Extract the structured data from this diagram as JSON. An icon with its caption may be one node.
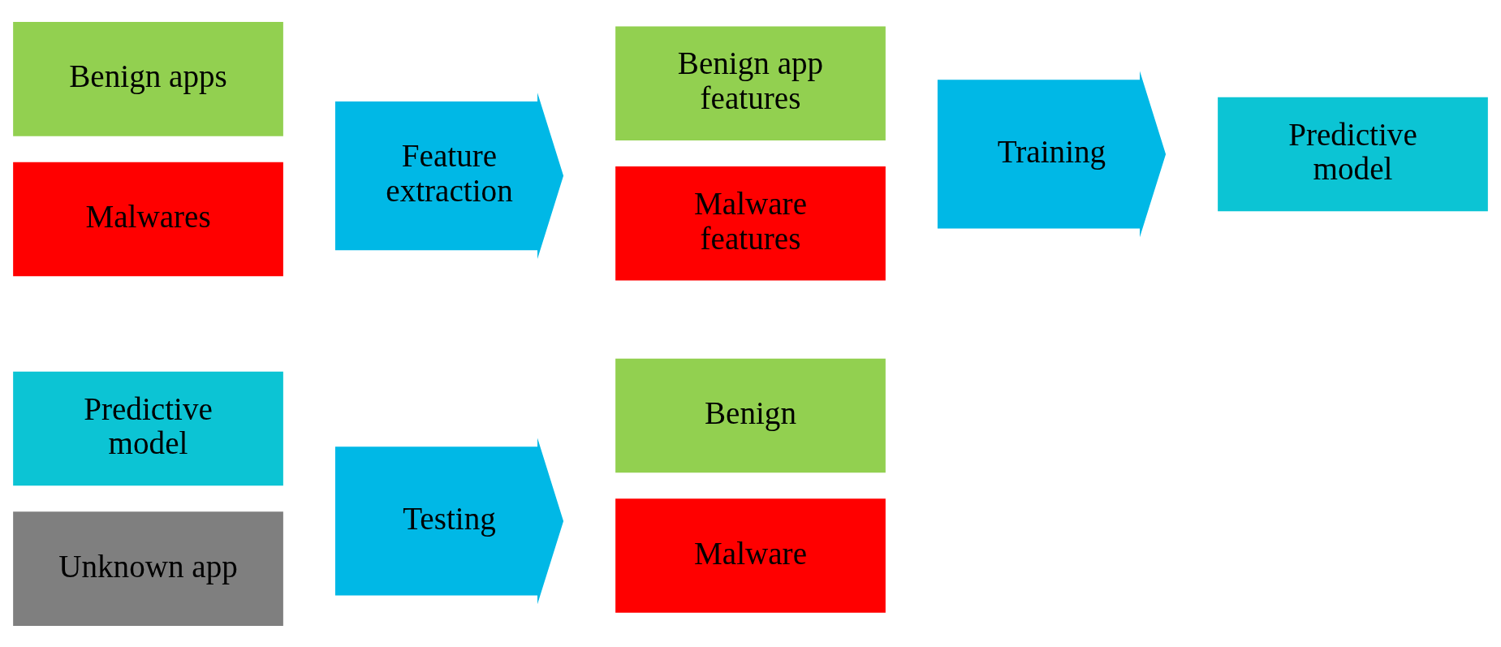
{
  "diagram": {
    "nodes": [
      {
        "text": [
          "Benign apps"
        ]
      },
      {
        "text": [
          "Malwares"
        ]
      },
      {
        "text": [
          "Feature extraction"
        ]
      },
      {
        "text": [
          "Benign app features"
        ]
      },
      {
        "text": [
          "Malware features"
        ]
      },
      {
        "text": [
          "Training"
        ]
      },
      {
        "text": [
          "Predictive model"
        ]
      },
      {
        "text": [
          "Predictive model"
        ]
      },
      {
        "text": [
          "Unknown app"
        ]
      },
      {
        "text": [
          "Testing"
        ]
      },
      {
        "text": [
          "Benign"
        ]
      },
      {
        "text": [
          "Malware"
        ]
      }
    ]
  }
}
